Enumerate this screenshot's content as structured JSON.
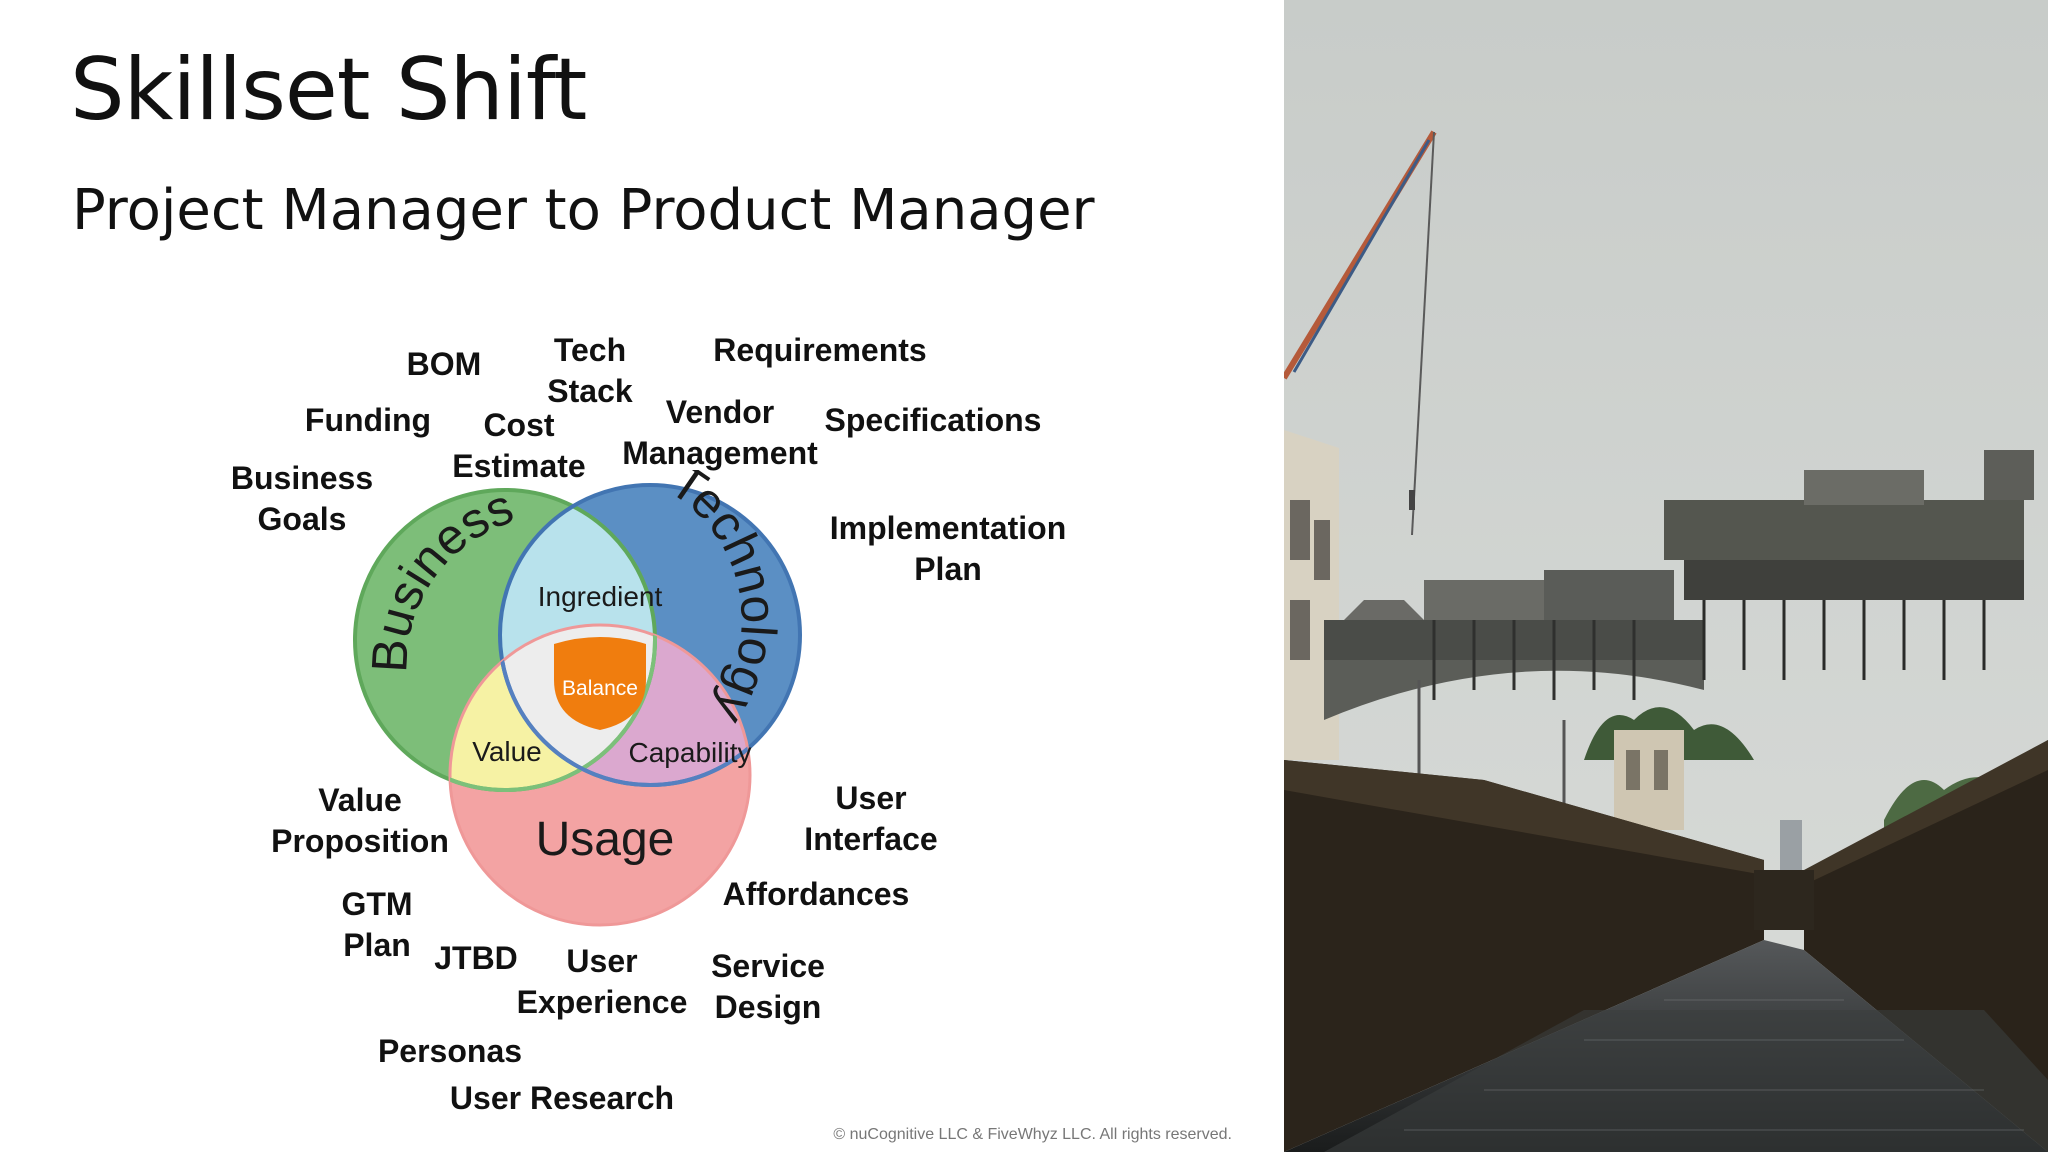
{
  "slide": {
    "title": "Skillset Shift",
    "subtitle": "Project Manager to Product Manager",
    "copyright": "© nuCognitive LLC & FiveWhyz LLC. All rights reserved."
  },
  "venn": {
    "circles": {
      "business": {
        "label": "Business",
        "color": "#7dbe79"
      },
      "technology": {
        "label": "Technology",
        "color": "#5b8fc4"
      },
      "usage": {
        "label": "Usage",
        "color": "#f3a3a3"
      }
    },
    "overlaps": {
      "ingredient": {
        "label": "Ingredient",
        "color": "#b8e2ec"
      },
      "value": {
        "label": "Value",
        "color": "#f6f2a4"
      },
      "capability": {
        "label": "Capability",
        "color": "#dba8cf"
      },
      "balance": {
        "label": "Balance",
        "color": "#f07d0e"
      }
    }
  },
  "keywords": {
    "bom": "BOM",
    "tech_stack_1": "Tech",
    "tech_stack_2": "Stack",
    "requirements": "Requirements",
    "funding": "Funding",
    "cost_estimate_1": "Cost",
    "cost_estimate_2": "Estimate",
    "vendor_mgmt_1": "Vendor",
    "vendor_mgmt_2": "Management",
    "specifications": "Specifications",
    "business_goals_1": "Business",
    "business_goals_2": "Goals",
    "implementation_plan_1": "Implementation",
    "implementation_plan_2": "Plan",
    "value_prop_1": "Value",
    "value_prop_2": "Proposition",
    "user_interface_1": "User",
    "user_interface_2": "Interface",
    "affordances": "Affordances",
    "gtm_plan_1": "GTM",
    "gtm_plan_2": "Plan",
    "jtbd": "JTBD",
    "user_experience_1": "User",
    "user_experience_2": "Experience",
    "service_design_1": "Service",
    "service_design_2": "Design",
    "personas": "Personas",
    "user_research": "User Research"
  }
}
